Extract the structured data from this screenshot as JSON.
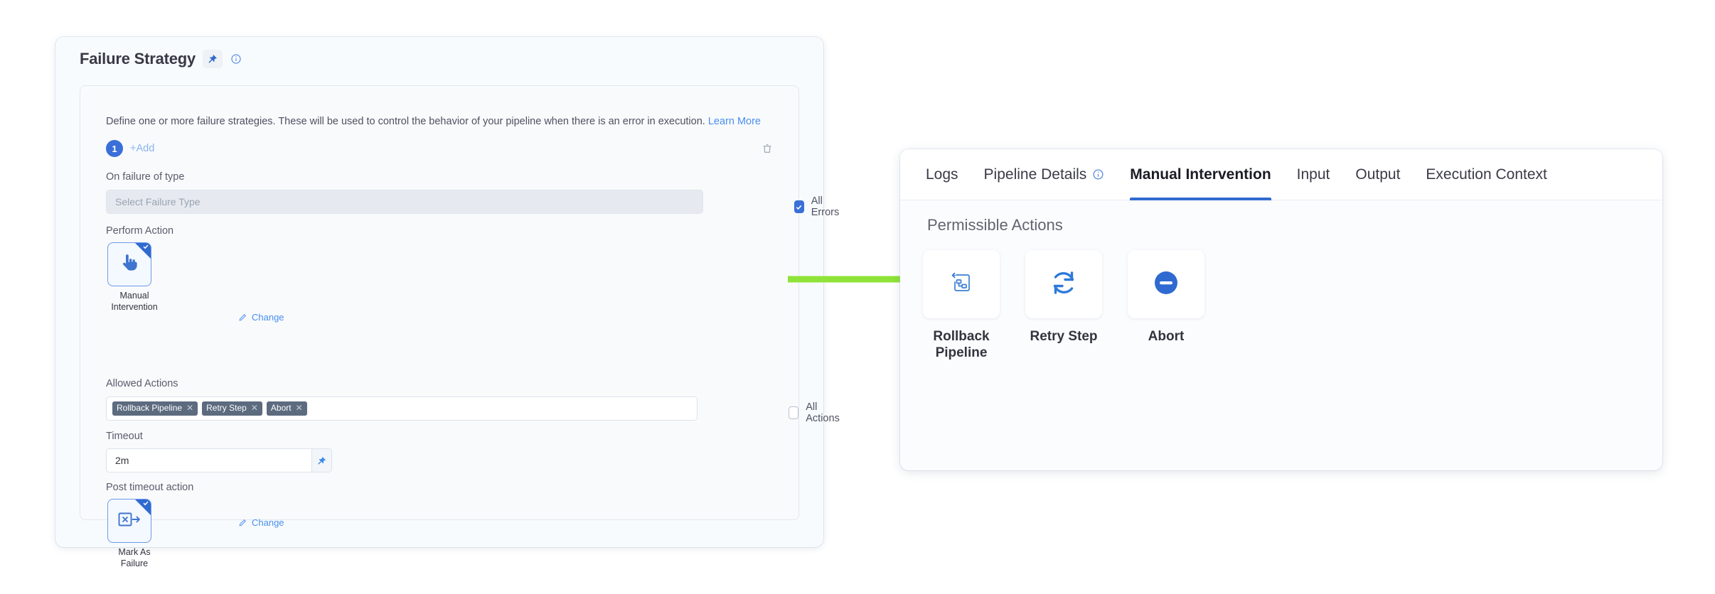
{
  "left_panel": {
    "title": "Failure Strategy",
    "pin_icon": "pin-icon",
    "info_icon": "info-circle-icon",
    "description": "Define one or more failure strategies. These will be used to control the behavior of your pipeline when there is an error in execution.",
    "learn_more": "Learn More",
    "step_number": "1",
    "add_label": "+Add",
    "delete_icon": "trash-icon",
    "fields": {
      "on_failure_label": "On failure of type",
      "on_failure_placeholder": "Select Failure Type",
      "all_errors_label": "All Errors",
      "all_errors_checked": true,
      "perform_action_label": "Perform Action",
      "perform_action_tile": "Manual\nIntervention",
      "perform_action_tile_line1": "Manual",
      "perform_action_tile_line2": "Intervention",
      "perform_action_change": "Change",
      "allowed_actions_label": "Allowed Actions",
      "allowed_actions_tags": [
        "Rollback Pipeline",
        "Retry Step",
        "Abort"
      ],
      "all_actions_label": "All Actions",
      "all_actions_checked": false,
      "timeout_label": "Timeout",
      "timeout_value": "2m",
      "post_timeout_label": "Post timeout action",
      "post_timeout_tile_line1": "Mark As",
      "post_timeout_tile_line2": "Failure",
      "post_timeout_change": "Change"
    }
  },
  "connector": {
    "arrow_color": "#8fe338"
  },
  "right_panel": {
    "tabs": [
      {
        "label": "Logs",
        "active": false,
        "has_info": false
      },
      {
        "label": "Pipeline Details",
        "active": false,
        "has_info": true
      },
      {
        "label": "Manual Intervention",
        "active": true,
        "has_info": false
      },
      {
        "label": "Input",
        "active": false,
        "has_info": false
      },
      {
        "label": "Output",
        "active": false,
        "has_info": false
      },
      {
        "label": "Execution Context",
        "active": false,
        "has_info": false
      }
    ],
    "section_title": "Permissible Actions",
    "actions": [
      {
        "line1": "Rollback",
        "line2": "Pipeline",
        "icon": "rollback-pipeline-icon"
      },
      {
        "line1": "Retry Step",
        "line2": "",
        "icon": "retry-refresh-icon"
      },
      {
        "line1": "Abort",
        "line2": "",
        "icon": "abort-minus-circle-icon"
      }
    ]
  },
  "colors": {
    "accent_blue": "#2f6ad0",
    "link_blue": "#4a8ff0",
    "arrow_green": "#8fe338",
    "tag_gray": "#5d6b7f"
  }
}
